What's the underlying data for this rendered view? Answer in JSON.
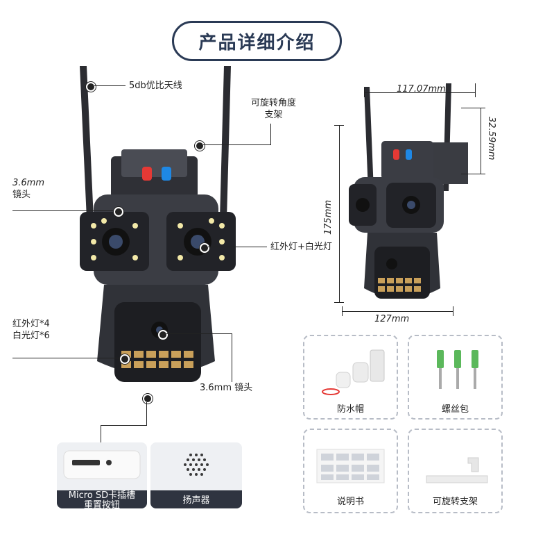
{
  "title": "产品详细介绍",
  "callouts": {
    "antenna": "5db优比天线",
    "bracket": [
      "可旋转角度",
      "支架"
    ],
    "lens_left": [
      "3.6mm",
      "镜头"
    ],
    "ir_white": "红外灯+白光灯",
    "ir_count": [
      "红外灯*4",
      "白光灯*6"
    ],
    "lens_bottom": "3.6mm 镜头"
  },
  "dimensions": {
    "width_top": "117.07mm",
    "depth": "32.59mm",
    "height": "175mm",
    "width_bottom": "127mm"
  },
  "accessories": [
    {
      "label": "防水帽",
      "icon": "waterproof-cap-icon"
    },
    {
      "label": "螺丝包",
      "icon": "screw-pack-icon"
    },
    {
      "label": "说明书",
      "icon": "manual-icon"
    },
    {
      "label": "可旋转支架",
      "icon": "bracket-icon"
    }
  ],
  "features": [
    {
      "label": [
        "Micro SD卡插槽",
        "重置按钮"
      ],
      "icon": "sd-slot-icon"
    },
    {
      "label": "扬声器",
      "icon": "speaker-icon"
    }
  ],
  "colors": {
    "title": "#2a3a55",
    "camera_body": "#3b3d44",
    "card_bar": "#2f3440",
    "led_red": "#e53935",
    "led_blue": "#1e88e5"
  }
}
